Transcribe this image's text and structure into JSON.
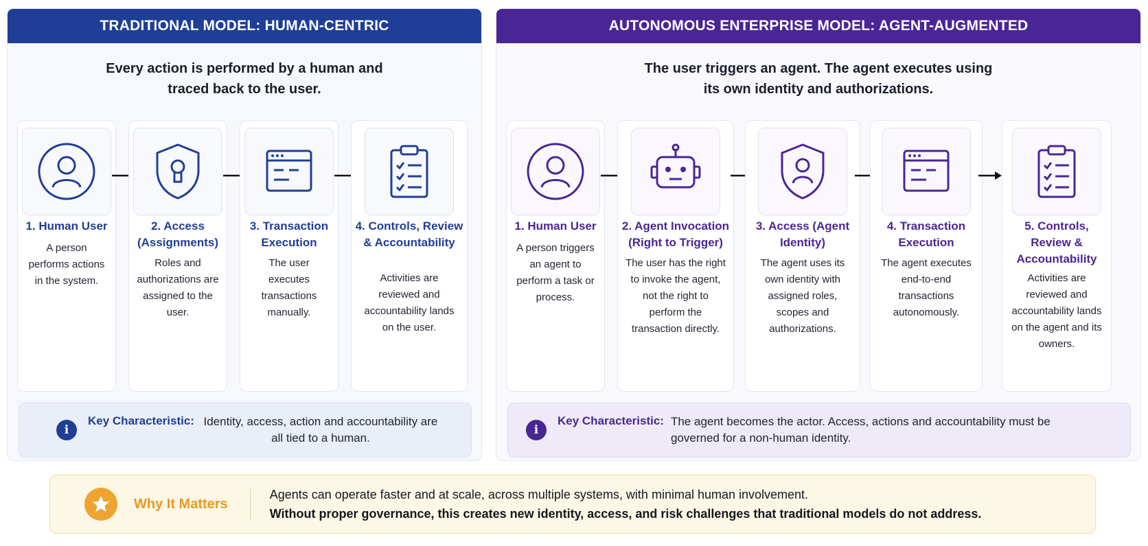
{
  "traditional": {
    "header": "TRADITIONAL MODEL: HUMAN-CENTRIC",
    "subtitle_line1": "Every action is performed by a human and",
    "subtitle_line2": "traced back to the user.",
    "steps": [
      {
        "title": "1. Human User",
        "desc": "A person performs actions in the system.",
        "icon": "user-icon"
      },
      {
        "title": "2. Access (Assignments)",
        "desc": "Roles and authorizations are assigned to the user.",
        "icon": "shield-keyhole-icon"
      },
      {
        "title": "3. Transaction Execution",
        "desc": "The user executes transactions manually.",
        "icon": "window-icon"
      },
      {
        "title": "4. Controls, Review & Accountability",
        "desc": "Activities are reviewed and accountability lands on the user.",
        "icon": "clipboard-checklist-icon"
      }
    ],
    "key_label": "Key Characteristic:",
    "key_text": "Identity, access, action and accountability are all tied to a human."
  },
  "autonomous": {
    "header": "AUTONOMOUS ENTERPRISE MODEL: AGENT-AUGMENTED",
    "subtitle_line1": "The user triggers an agent. The agent executes using",
    "subtitle_line2": "its own identity and authorizations.",
    "steps": [
      {
        "title": "1. Human User",
        "desc": "A person triggers an agent to perform a task or process.",
        "icon": "user-icon"
      },
      {
        "title": "2. Agent Invocation (Right to Trigger)",
        "desc": "The user has the right to invoke the agent, not the right to perform the transaction directly.",
        "icon": "robot-icon"
      },
      {
        "title": "3. Access (Agent Identity)",
        "desc": "The agent uses its own identity with assigned roles, scopes and authorizations.",
        "icon": "shield-user-icon"
      },
      {
        "title": "4. Transaction Execution",
        "desc": "The agent executes end-to-end transactions autonomously.",
        "icon": "window-icon"
      },
      {
        "title": "5. Controls, Review & Accountability",
        "desc": "Activities are reviewed and accountability lands on the agent and its owners.",
        "icon": "clipboard-checklist-icon"
      }
    ],
    "key_label": "Key Characteristic:",
    "key_text": "The agent becomes the actor. Access, actions and accountability must be governed for a non-human identity."
  },
  "why": {
    "label": "Why It Matters",
    "line1": "Agents can operate faster and at scale, across multiple systems, with minimal human involvement.",
    "line2": "Without proper governance, this creates new identity, access, and risk challenges that traditional models do not address."
  },
  "colors": {
    "traditional_accent": "#1f3e97",
    "autonomous_accent": "#4a2596",
    "why_accent": "#eda431"
  }
}
